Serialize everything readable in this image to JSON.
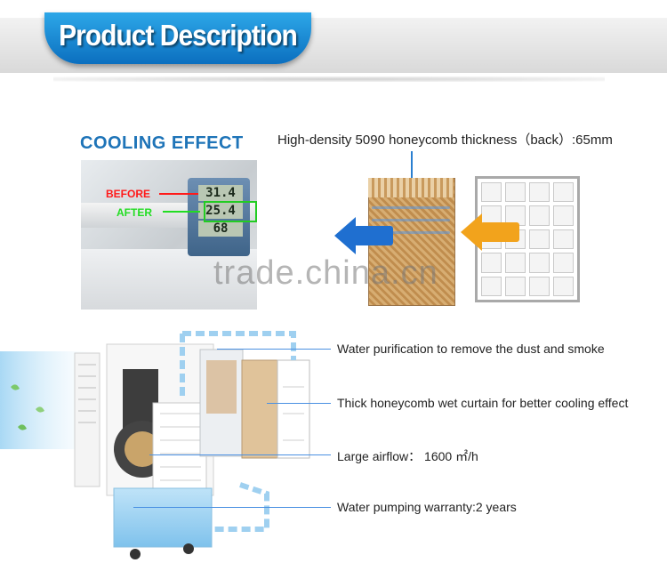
{
  "header": {
    "title": "Product Description"
  },
  "cooling": {
    "title": "COOLING EFFECT",
    "before_label": "BEFORE",
    "after_label": "AFTER",
    "readings": [
      "31.4",
      "25.4",
      "68"
    ]
  },
  "honeycomb": {
    "caption": "High-density  5090 honeycomb thickness（back）:65mm"
  },
  "watermark": "trade.china.cn",
  "features": [
    "Water purification to remove the dust and smoke",
    "Thick honeycomb wet curtain for better cooling effect",
    "Large airflow： 1600  ㎡/h",
    "Water pumping     warranty:2 years"
  ],
  "colors": {
    "banner": "#1584d0",
    "title_blue": "#1e74b8",
    "arrow_blue": "#1f6fd0",
    "arrow_orange": "#f2a31c",
    "callout": "#4a90e2"
  },
  "icons": [
    "thermometer-display",
    "honeycomb-pad",
    "filter-grid",
    "air-cooler-exploded"
  ]
}
